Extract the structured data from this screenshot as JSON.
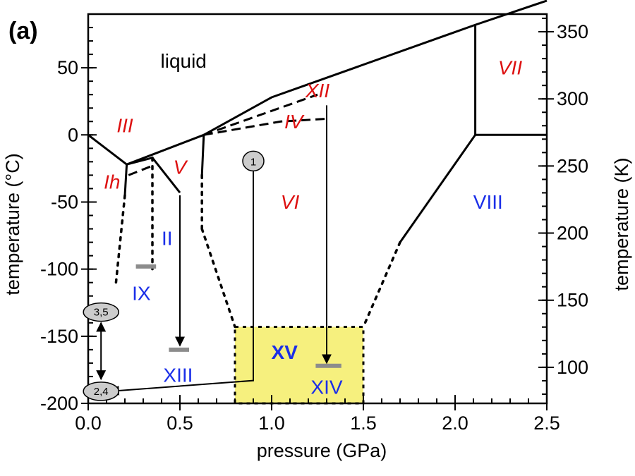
{
  "chart_data": {
    "type": "phase-diagram",
    "panel_label": "(a)",
    "xlabel": "pressure (GPa)",
    "ylabel": "temperature (°C)",
    "ylabel_right": "temperature (K)",
    "xlim": [
      0,
      2.5
    ],
    "ylim": [
      -200,
      90
    ],
    "x_ticks": [
      {
        "value": 0.0,
        "label": "0.0"
      },
      {
        "value": 0.5,
        "label": "0.5"
      },
      {
        "value": 1.0,
        "label": "1.0"
      },
      {
        "value": 1.5,
        "label": "1.5"
      },
      {
        "value": 2.0,
        "label": "2.0"
      },
      {
        "value": 2.5,
        "label": "2.5"
      }
    ],
    "y_ticks": [
      {
        "value": 50,
        "label": "50"
      },
      {
        "value": 0,
        "label": "0"
      },
      {
        "value": -50,
        "label": "-50"
      },
      {
        "value": -100,
        "label": "-100"
      },
      {
        "value": -150,
        "label": "-150"
      },
      {
        "value": -200,
        "label": "-200"
      }
    ],
    "y_right_ticks": [
      {
        "value": 350,
        "label": "350"
      },
      {
        "value": 300,
        "label": "300"
      },
      {
        "value": 250,
        "label": "250"
      },
      {
        "value": 200,
        "label": "200"
      },
      {
        "value": 150,
        "label": "150"
      },
      {
        "value": 100,
        "label": "100"
      }
    ],
    "solid_boundaries": [
      [
        [
          0.0,
          0.0
        ],
        [
          0.21,
          -22
        ]
      ],
      [
        [
          0.21,
          -22
        ],
        [
          0.63,
          0
        ],
        [
          1.0,
          28
        ],
        [
          2.11,
          82
        ],
        [
          2.5,
          100
        ]
      ],
      [
        [
          0.21,
          -22
        ],
        [
          0.2,
          -45
        ]
      ],
      [
        [
          0.21,
          -22
        ],
        [
          0.35,
          -17
        ]
      ],
      [
        [
          0.35,
          -17
        ],
        [
          0.5,
          -43
        ]
      ],
      [
        [
          0.63,
          0
        ],
        [
          0.62,
          -30
        ]
      ],
      [
        [
          2.11,
          82
        ],
        [
          2.11,
          0
        ],
        [
          2.5,
          0
        ]
      ],
      [
        [
          2.11,
          0
        ],
        [
          1.7,
          -80
        ]
      ]
    ],
    "dashed_boundaries": [
      [
        [
          0.22,
          -30
        ],
        [
          0.35,
          -23
        ]
      ],
      [
        [
          0.63,
          0
        ],
        [
          1.25,
          30
        ]
      ],
      [
        [
          0.63,
          0
        ],
        [
          1.05,
          10
        ],
        [
          1.3,
          12
        ]
      ]
    ],
    "dotted_boundaries": [
      [
        [
          0.2,
          -45
        ],
        [
          0.15,
          -112
        ]
      ],
      [
        [
          0.35,
          -17
        ],
        [
          0.35,
          -100
        ]
      ],
      [
        [
          0.62,
          -30
        ],
        [
          0.62,
          -70
        ]
      ],
      [
        [
          0.62,
          -70
        ],
        [
          0.8,
          -143
        ]
      ],
      [
        [
          1.7,
          -80
        ],
        [
          1.5,
          -143
        ]
      ]
    ],
    "transitions": [
      {
        "from": [
          0.5,
          -45
        ],
        "to": [
          0.5,
          -157
        ]
      },
      {
        "from": [
          1.3,
          22
        ],
        "to": [
          1.3,
          -170
        ]
      }
    ],
    "cooling_path": {
      "label": "1",
      "points": [
        [
          0.9,
          -20
        ],
        [
          0.9,
          -183
        ],
        [
          0.12,
          -191
        ]
      ]
    },
    "double_arrow": {
      "x": 0.07,
      "y_top": -140,
      "y_bottom": -182
    },
    "ovals": [
      {
        "label": "3,5",
        "x": 0.07,
        "y": -132
      },
      {
        "label": "2,4",
        "x": 0.07,
        "y": -191
      }
    ],
    "quench_markers": [
      {
        "x0": 0.26,
        "x1": 0.37,
        "y": -98
      },
      {
        "x0": 0.44,
        "x1": 0.55,
        "y": -160
      },
      {
        "x0": 1.24,
        "x1": 1.38,
        "y": -172
      }
    ],
    "highlight_region": {
      "x": [
        0.8,
        1.5
      ],
      "y": [
        -200,
        -143
      ],
      "color": "#f6f07e"
    },
    "phase_labels": [
      {
        "text": "liquid",
        "x": 0.52,
        "y": 50,
        "color": "#000000",
        "italic": false
      },
      {
        "text": "VII",
        "x": 2.3,
        "y": 45,
        "color": "#dd1111",
        "italic": true
      },
      {
        "text": "XII",
        "x": 1.25,
        "y": 28,
        "color": "#dd1111",
        "italic": true
      },
      {
        "text": "III",
        "x": 0.2,
        "y": 2,
        "color": "#dd1111",
        "italic": true
      },
      {
        "text": "IV",
        "x": 1.12,
        "y": 5,
        "color": "#dd1111",
        "italic": true
      },
      {
        "text": "V",
        "x": 0.5,
        "y": -29,
        "color": "#dd1111",
        "italic": true
      },
      {
        "text": "Ih",
        "x": 0.13,
        "y": -40,
        "color": "#dd1111",
        "italic": true
      },
      {
        "text": "VI",
        "x": 1.1,
        "y": -55,
        "color": "#dd1111",
        "italic": true
      },
      {
        "text": "VIII",
        "x": 2.18,
        "y": -55,
        "color": "#1a2ee8",
        "italic": false
      },
      {
        "text": "II",
        "x": 0.43,
        "y": -82,
        "color": "#1a2ee8",
        "italic": false
      },
      {
        "text": "IX",
        "x": 0.29,
        "y": -123,
        "color": "#1a2ee8",
        "italic": false
      },
      {
        "text": "XIII",
        "x": 0.49,
        "y": -184,
        "color": "#1a2ee8",
        "italic": false
      },
      {
        "text": "XV",
        "x": 1.07,
        "y": -167,
        "color": "#1a2ee8",
        "italic": false,
        "bold": true
      },
      {
        "text": "XIV",
        "x": 1.3,
        "y": -193,
        "color": "#1a2ee8",
        "italic": false
      }
    ]
  }
}
